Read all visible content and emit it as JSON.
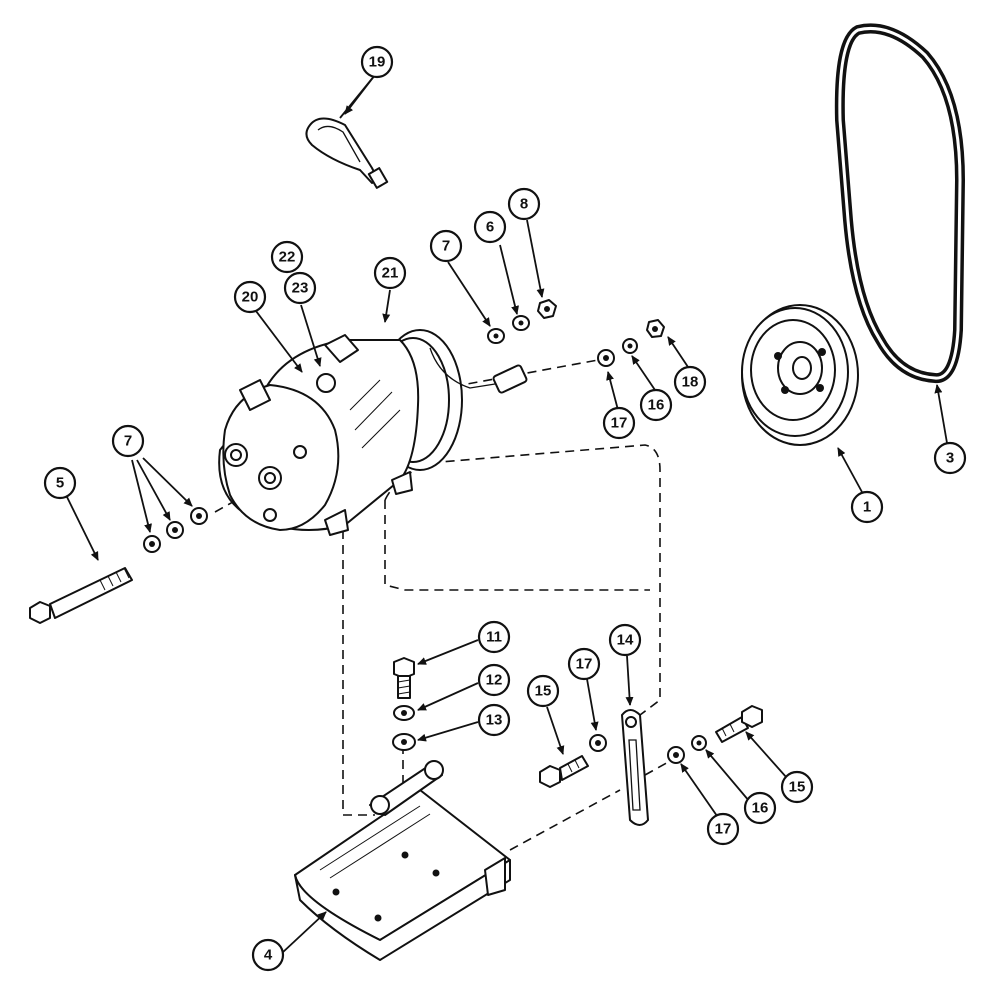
{
  "callouts": [
    {
      "id": "c1",
      "label": "1"
    },
    {
      "id": "c3",
      "label": "3"
    },
    {
      "id": "c4",
      "label": "4"
    },
    {
      "id": "c5",
      "label": "5"
    },
    {
      "id": "c6",
      "label": "6"
    },
    {
      "id": "c7a",
      "label": "7"
    },
    {
      "id": "c7b",
      "label": "7"
    },
    {
      "id": "c8",
      "label": "8"
    },
    {
      "id": "c11",
      "label": "11"
    },
    {
      "id": "c12",
      "label": "12"
    },
    {
      "id": "c13",
      "label": "13"
    },
    {
      "id": "c14",
      "label": "14"
    },
    {
      "id": "c15a",
      "label": "15"
    },
    {
      "id": "c15b",
      "label": "15"
    },
    {
      "id": "c16a",
      "label": "16"
    },
    {
      "id": "c16b",
      "label": "16"
    },
    {
      "id": "c17a",
      "label": "17"
    },
    {
      "id": "c17b",
      "label": "17"
    },
    {
      "id": "c17c",
      "label": "17"
    },
    {
      "id": "c18",
      "label": "18"
    },
    {
      "id": "c19",
      "label": "19"
    },
    {
      "id": "c20",
      "label": "20"
    },
    {
      "id": "c21",
      "label": "21"
    },
    {
      "id": "c22",
      "label": "22"
    },
    {
      "id": "c23",
      "label": "23"
    }
  ]
}
